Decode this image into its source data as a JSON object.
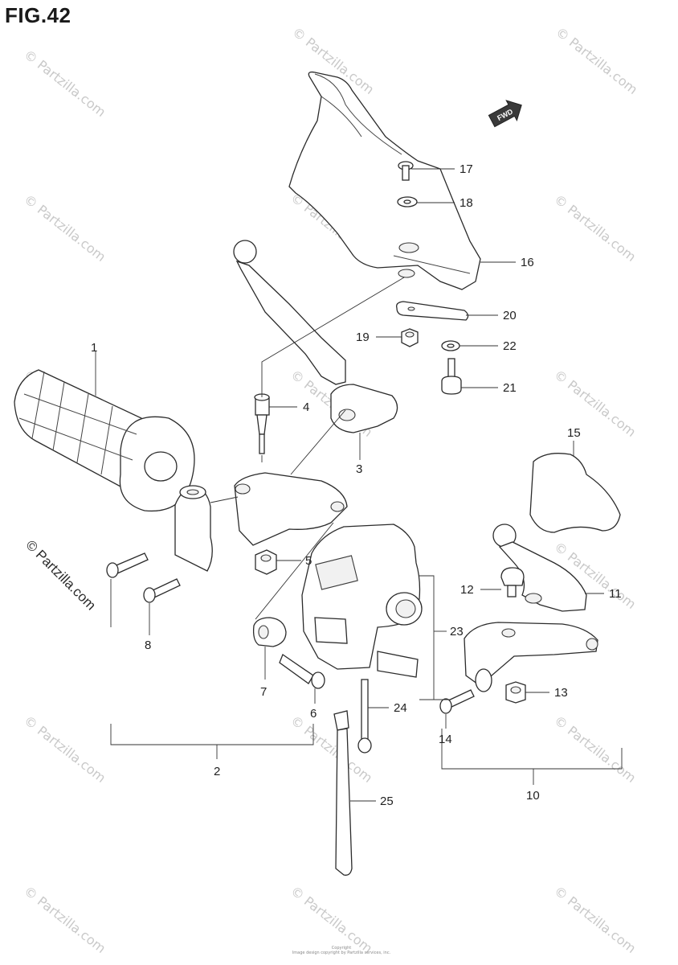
{
  "figure": {
    "title": "FIG.42"
  },
  "watermark": {
    "text": "© Partzilla.com",
    "strong_text": "© Partzilla.com"
  },
  "fwd_label": "FWD",
  "copyright": {
    "line1": "Copyright",
    "line2": "Image design copyright by Partzilla services, inc."
  },
  "callouts": [
    {
      "id": "1",
      "label": "1"
    },
    {
      "id": "2",
      "label": "2"
    },
    {
      "id": "3",
      "label": "3"
    },
    {
      "id": "4",
      "label": "4"
    },
    {
      "id": "5",
      "label": "5"
    },
    {
      "id": "6",
      "label": "6"
    },
    {
      "id": "7",
      "label": "7"
    },
    {
      "id": "8",
      "label": "8"
    },
    {
      "id": "10",
      "label": "10"
    },
    {
      "id": "11",
      "label": "11"
    },
    {
      "id": "12",
      "label": "12"
    },
    {
      "id": "13",
      "label": "13"
    },
    {
      "id": "14",
      "label": "14"
    },
    {
      "id": "15",
      "label": "15"
    },
    {
      "id": "16",
      "label": "16"
    },
    {
      "id": "17",
      "label": "17"
    },
    {
      "id": "18",
      "label": "18"
    },
    {
      "id": "19",
      "label": "19"
    },
    {
      "id": "20",
      "label": "20"
    },
    {
      "id": "21",
      "label": "21"
    },
    {
      "id": "22",
      "label": "22"
    },
    {
      "id": "23",
      "label": "23"
    },
    {
      "id": "24",
      "label": "24"
    },
    {
      "id": "25",
      "label": "25"
    }
  ]
}
